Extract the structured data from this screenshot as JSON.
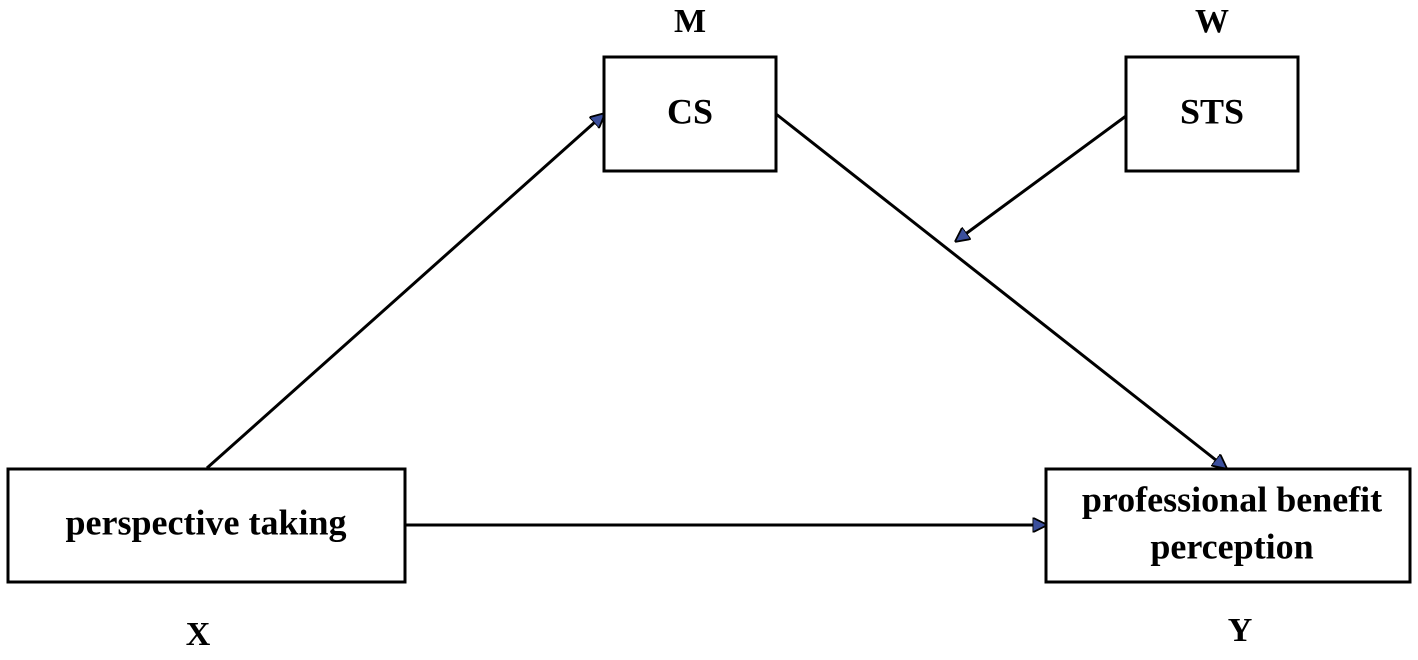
{
  "nodes": {
    "x": {
      "role": "X",
      "label": "perspective taking"
    },
    "m": {
      "role": "M",
      "label": "CS"
    },
    "w": {
      "role": "W",
      "label": "STS"
    },
    "y": {
      "role": "Y",
      "label_line1": "professional benefit",
      "label_line2": "perception"
    }
  },
  "colors": {
    "arrowhead": "#3b4f9c",
    "line": "#000000",
    "box_fill": "#ffffff"
  }
}
